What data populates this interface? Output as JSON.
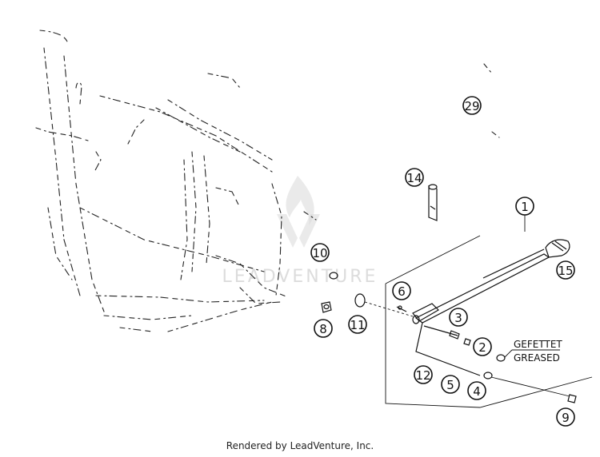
{
  "callouts": [
    {
      "id": "1",
      "label": "1"
    },
    {
      "id": "2",
      "label": "2"
    },
    {
      "id": "3",
      "label": "3"
    },
    {
      "id": "4",
      "label": "4"
    },
    {
      "id": "5",
      "label": "5"
    },
    {
      "id": "6",
      "label": "6"
    },
    {
      "id": "8",
      "label": "8"
    },
    {
      "id": "9",
      "label": "9"
    },
    {
      "id": "10",
      "label": "10"
    },
    {
      "id": "11",
      "label": "11"
    },
    {
      "id": "12",
      "label": "12"
    },
    {
      "id": "14",
      "label": "14"
    },
    {
      "id": "15",
      "label": "15"
    },
    {
      "id": "29",
      "label": "29"
    }
  ],
  "note": {
    "line1": "GEFETTET",
    "line2": "GREASED"
  },
  "watermark": "LEADVENTURE",
  "footer": "Rendered by LeadVenture, Inc."
}
